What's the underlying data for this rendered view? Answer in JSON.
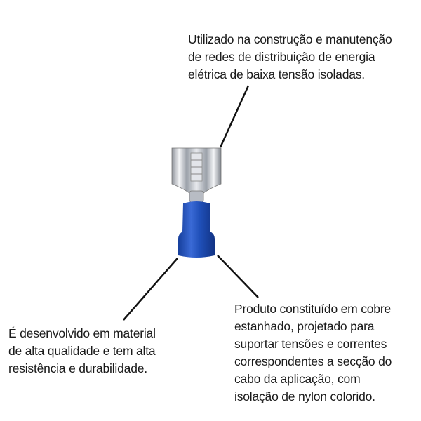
{
  "callouts": {
    "top": {
      "lines": [
        "Utilizado na construção e manutenção",
        "de redes de distribuição de energia",
        "elétrica de baixa tensão isoladas."
      ]
    },
    "left": {
      "lines": [
        "É desenvolvido em material",
        "de alta qualidade e tem alta",
        "resistência e durabilidade."
      ]
    },
    "right": {
      "lines": [
        "Produto constituído em cobre",
        "estanhado, projetado para",
        "suportar tensões e correntes",
        "correspondentes a secção do",
        "cabo da aplicação, com",
        "isolação de nylon colorido."
      ]
    }
  },
  "colors": {
    "insulation": "#1f4fb8",
    "metal": "#c9ccd3",
    "leader": "#111111"
  }
}
